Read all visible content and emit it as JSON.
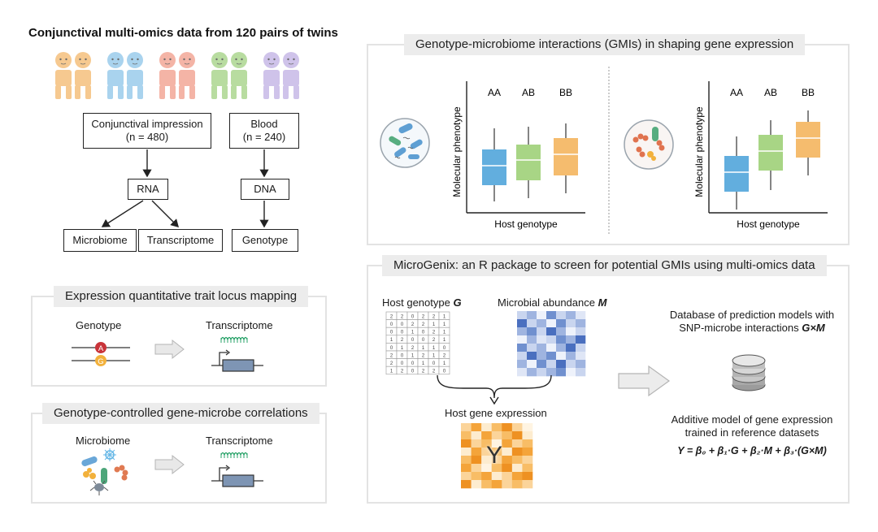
{
  "main_title": "Conjunctival multi-omics data from 120 pairs of twins",
  "twin_colors": [
    "#f6c990",
    "#a9d3ee",
    "#f4b4a6",
    "#b8dca0",
    "#cfc3ea"
  ],
  "flow": {
    "conj_label": "Conjunctival impression",
    "conj_n": "(n = 480)",
    "blood_label": "Blood",
    "blood_n": "(n = 240)",
    "rna": "RNA",
    "dna": "DNA",
    "microbiome": "Microbiome",
    "transcriptome": "Transcriptome",
    "genotype": "Genotype"
  },
  "eqtl_panel": {
    "title": "Expression quantitative trait locus mapping",
    "left_label": "Genotype",
    "right_label": "Transcriptome",
    "allele_a": "A",
    "allele_g": "G"
  },
  "gcor_panel": {
    "title": "Genotype-controlled gene-microbe correlations",
    "left_label": "Microbiome",
    "right_label": "Transcriptome"
  },
  "gmi_panel": {
    "title": "Genotype-microbiome interactions (GMIs) in shaping gene expression",
    "plots": [
      {
        "genotypes": [
          "AA",
          "AB",
          "BB"
        ],
        "ylabel": "Molecular phenotype",
        "xlabel": "Host genotype",
        "box_colors": [
          "#62aede",
          "#a8d585",
          "#f5bc6e"
        ]
      },
      {
        "genotypes": [
          "AA",
          "AB",
          "BB"
        ],
        "ylabel": "Molecular phenotype",
        "xlabel": "Host genotype",
        "box_colors": [
          "#62aede",
          "#a8d585",
          "#f5bc6e"
        ]
      }
    ]
  },
  "mg_panel": {
    "title": "MicroGenix: an R package to screen for potential GMIs using multi-omics data",
    "host_genotype_label": "Host genotype ",
    "host_genotype_sym": "G",
    "microbial_label": "Microbial abundance ",
    "microbial_sym": "M",
    "expression_label": "Host gene expression",
    "y_symbol": "Y",
    "db_line1": "Database of prediction models with",
    "db_line2": "SNP-microbe interactions ",
    "db_line2_sym": "G×M",
    "add_line1": "Additive model of gene expression",
    "add_line2": "trained in reference datasets",
    "formula": "Y = β₀ + β₁·G + β₂·M + β₃·(G×M)",
    "genotype_matrix": [
      [
        "2",
        "2",
        "0",
        "2",
        "2",
        "1"
      ],
      [
        "0",
        "0",
        "2",
        "2",
        "1",
        "1"
      ],
      [
        "0",
        "0",
        "1",
        "0",
        "2",
        "1"
      ],
      [
        "1",
        "2",
        "0",
        "0",
        "2",
        "1"
      ],
      [
        "0",
        "1",
        "2",
        "1",
        "1",
        "0"
      ],
      [
        "2",
        "0",
        "1",
        "2",
        "1",
        "2"
      ],
      [
        "2",
        "0",
        "0",
        "1",
        "0",
        "1"
      ],
      [
        "1",
        "2",
        "0",
        "2",
        "2",
        "0"
      ]
    ]
  }
}
